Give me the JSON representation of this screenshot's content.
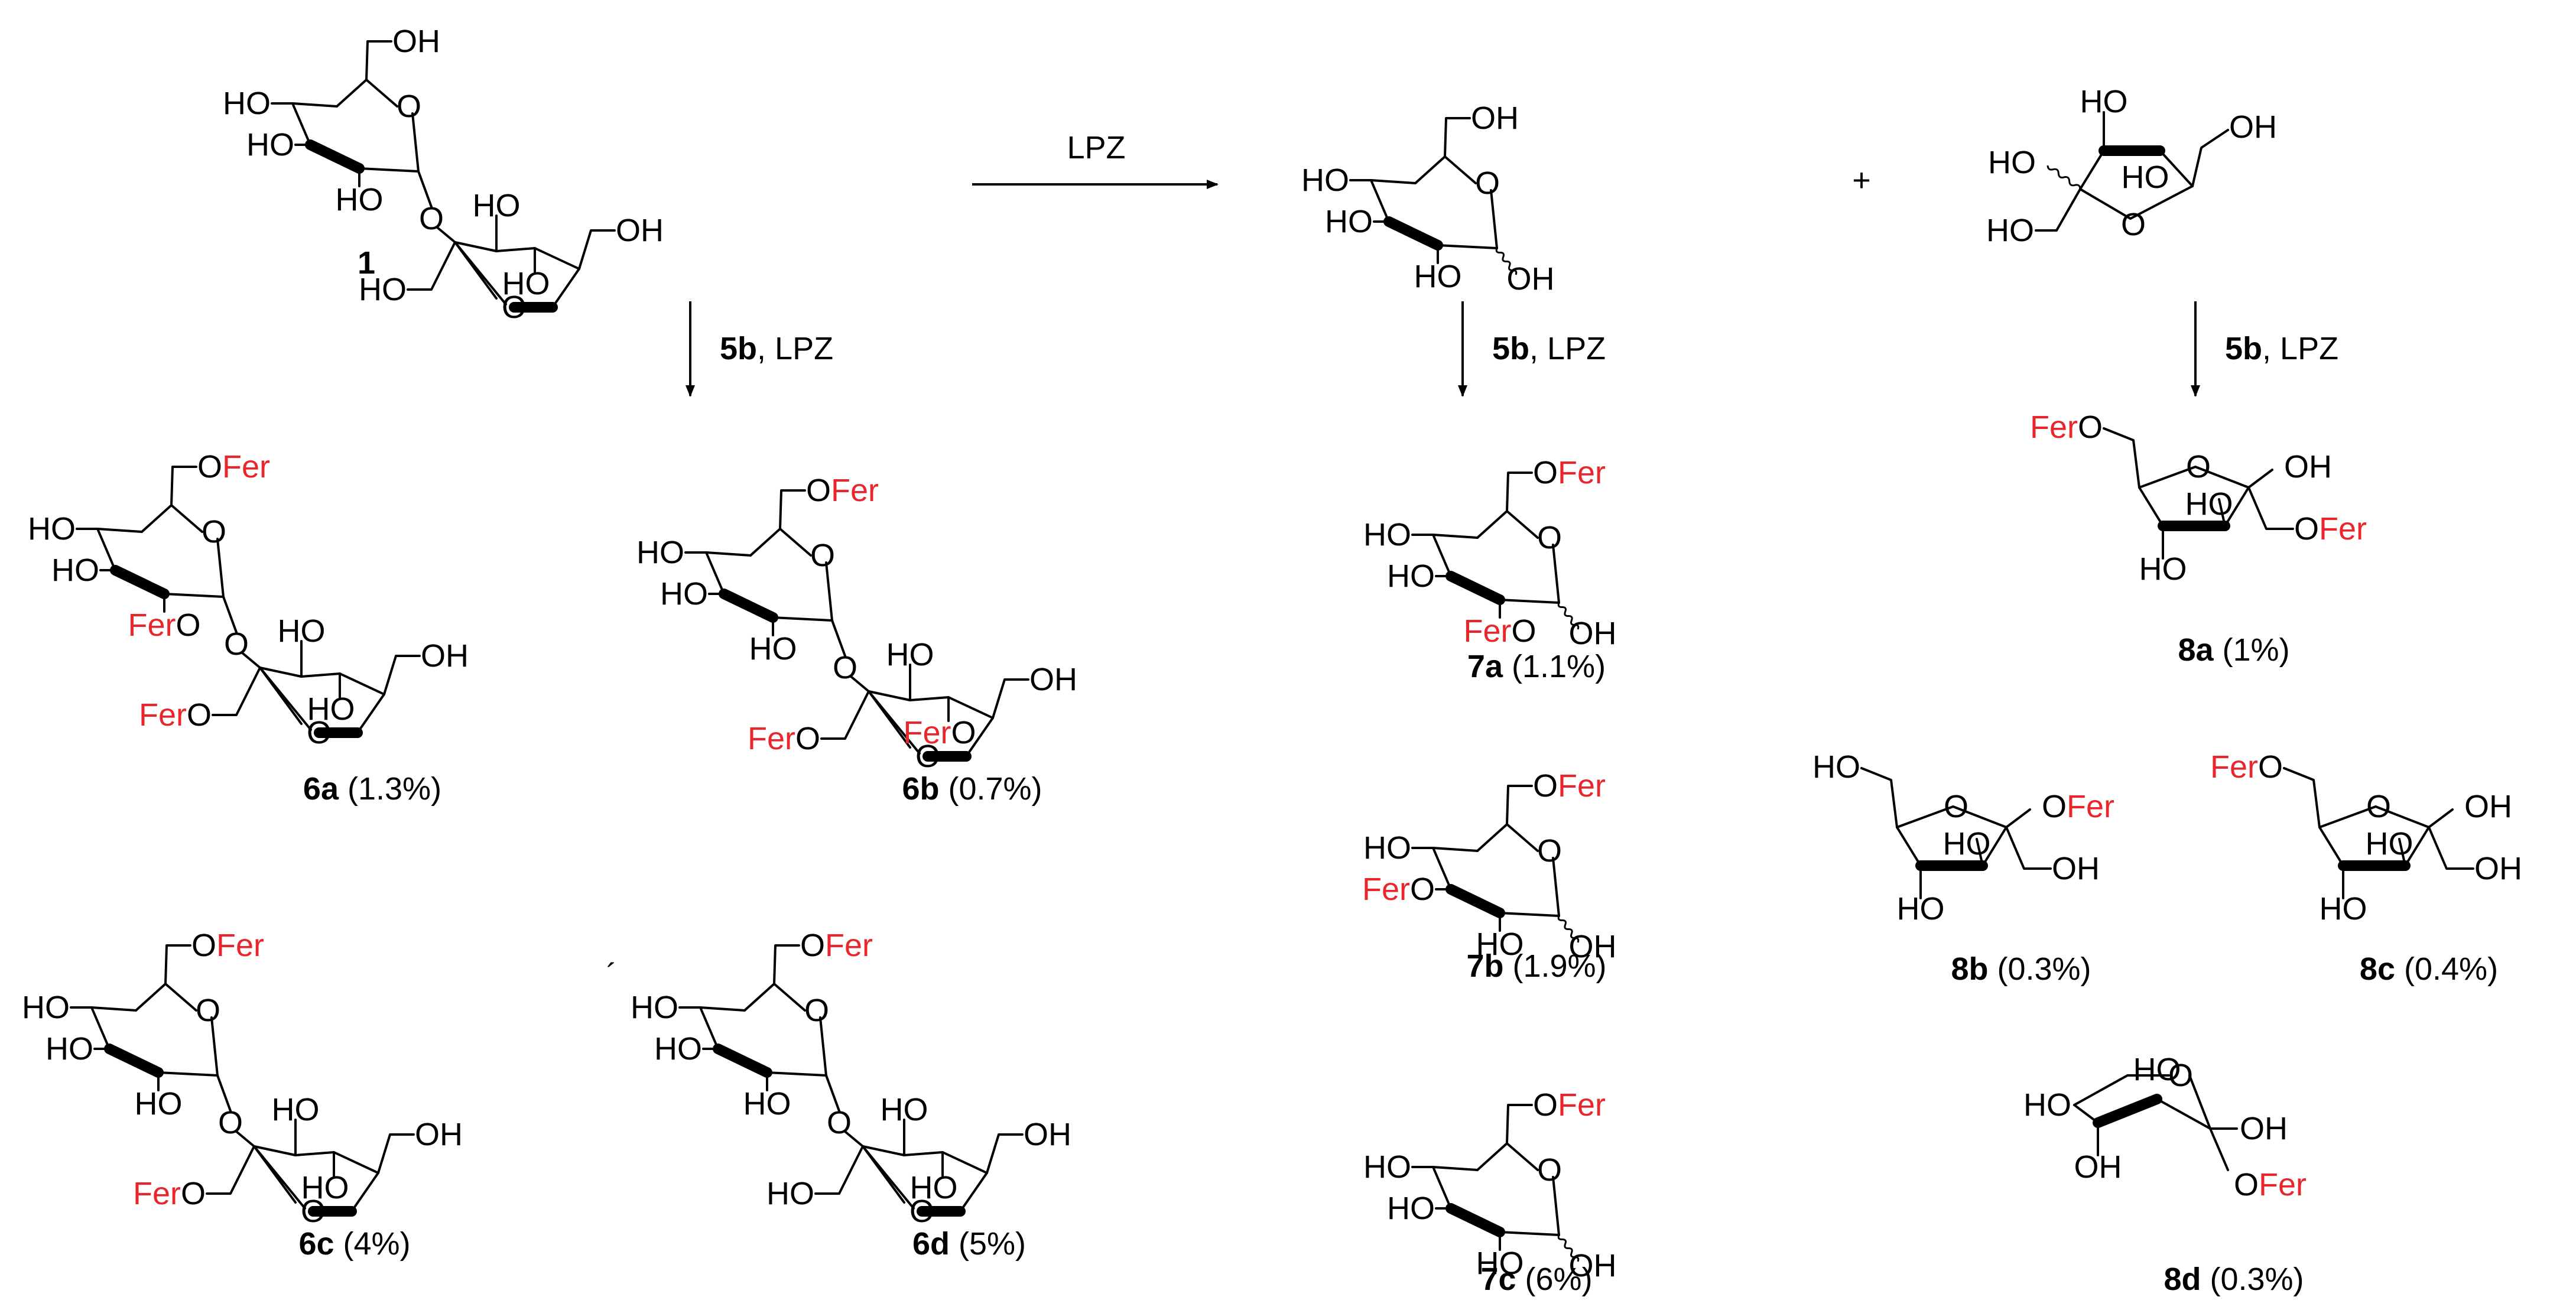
{
  "colors": {
    "text": "#000000",
    "fer": "#e8262b"
  },
  "labels": {
    "oh": "OH",
    "ho": "HO",
    "o": "O",
    "fer": "Fer",
    "oprefix": "O"
  },
  "reagents": {
    "top": "LPZ",
    "plus": "+",
    "enzyme": "LPZ",
    "acyl_donor": "5b",
    "sep": ", "
  },
  "compounds": [
    {
      "id": "1",
      "yield": ""
    },
    {
      "id": "6a",
      "yield": " (1.3%)"
    },
    {
      "id": "6b",
      "yield": " (0.7%)"
    },
    {
      "id": "6c",
      "yield": " (4%)"
    },
    {
      "id": "6d",
      "yield": " (5%)"
    },
    {
      "id": "7a",
      "yield": " (1.1%)"
    },
    {
      "id": "7b",
      "yield": " (1.9%)"
    },
    {
      "id": "7c",
      "yield": " (6%)"
    },
    {
      "id": "8a",
      "yield": " (1%)"
    },
    {
      "id": "8b",
      "yield": " (0.3%)"
    },
    {
      "id": "8c",
      "yield": " (0.4%)"
    },
    {
      "id": "8d",
      "yield": " (0.3%)"
    }
  ]
}
